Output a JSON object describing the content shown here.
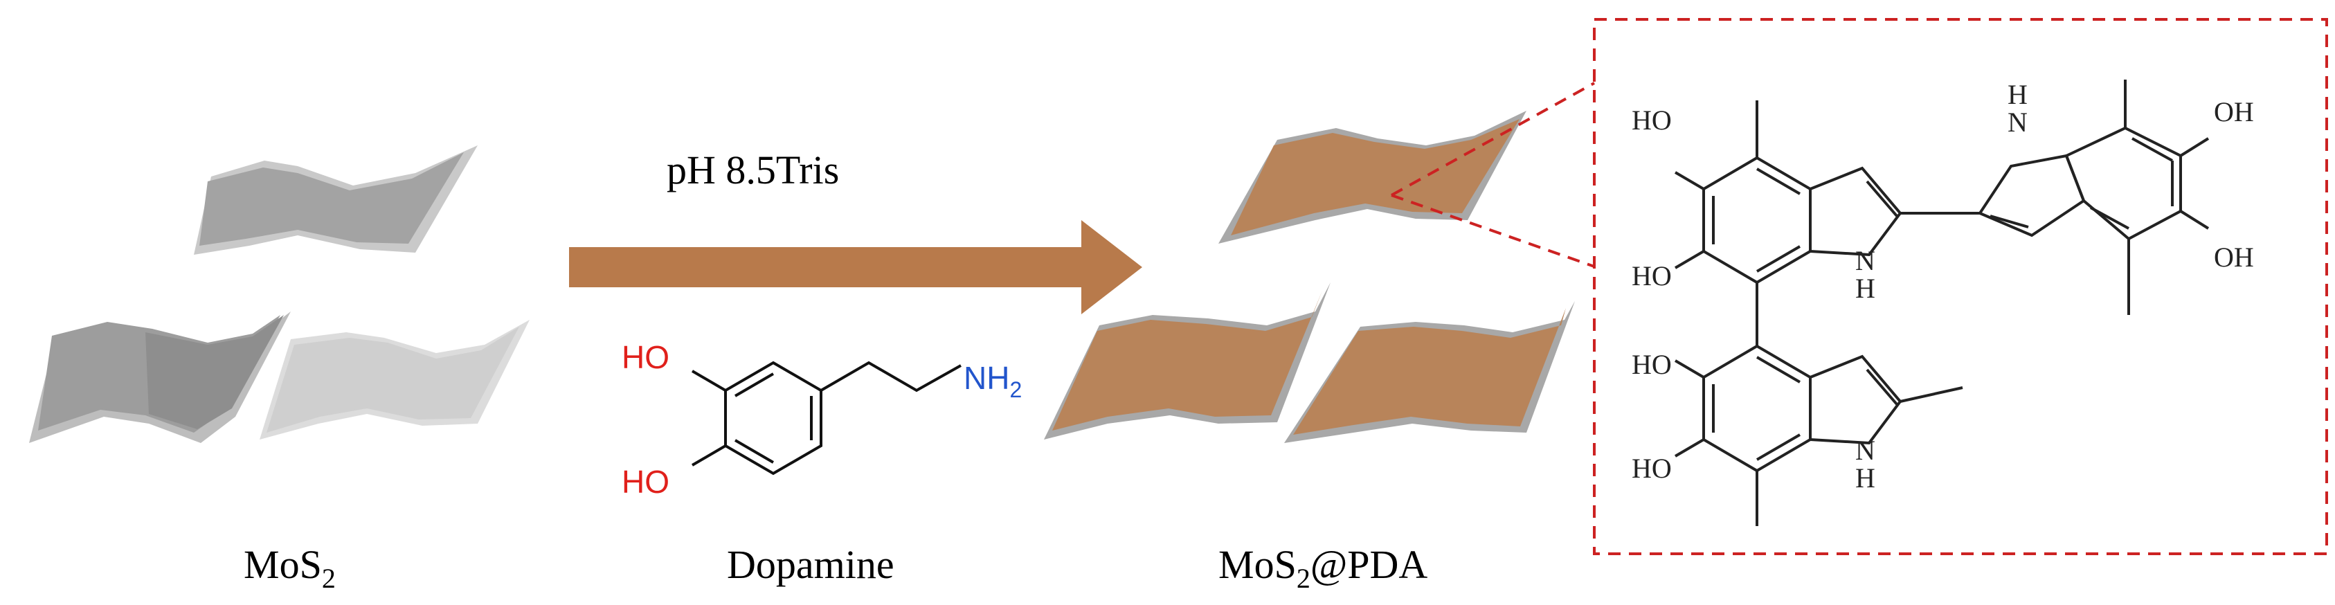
{
  "labels": {
    "mos2_base": "MoS",
    "mos2_sub": "2",
    "dopamine": "Dopamine",
    "product_base": "MoS",
    "product_sub": "2",
    "product_suffix": "@PDA",
    "condition": "pH 8.5Tris"
  },
  "dopamine_structure": {
    "ho_top": "HO",
    "ho_bottom": "HO",
    "amine_base": "NH",
    "amine_sub": "2"
  },
  "pda_structure": {
    "ho_1": "HO",
    "ho_2": "HO",
    "ho_3": "HO",
    "ho_4": "HO",
    "oh_1": "OH",
    "oh_2": "OH",
    "nh_1_n": "N",
    "nh_1_h": "H",
    "nh_2_h": "H",
    "nh_2_n": "N",
    "nh_3_n": "N",
    "nh_3_h": "H"
  },
  "colors": {
    "mos2_dark": "#9a9a9a",
    "mos2_mid": "#b3b3b3",
    "mos2_light": "#d3d3d3",
    "pda": "#b8845a",
    "arrow": "#b87a4b",
    "dashed_box": "#cc2222",
    "hydroxyl": "#e0201b",
    "amine": "#2255cc",
    "bond": "#111111"
  }
}
